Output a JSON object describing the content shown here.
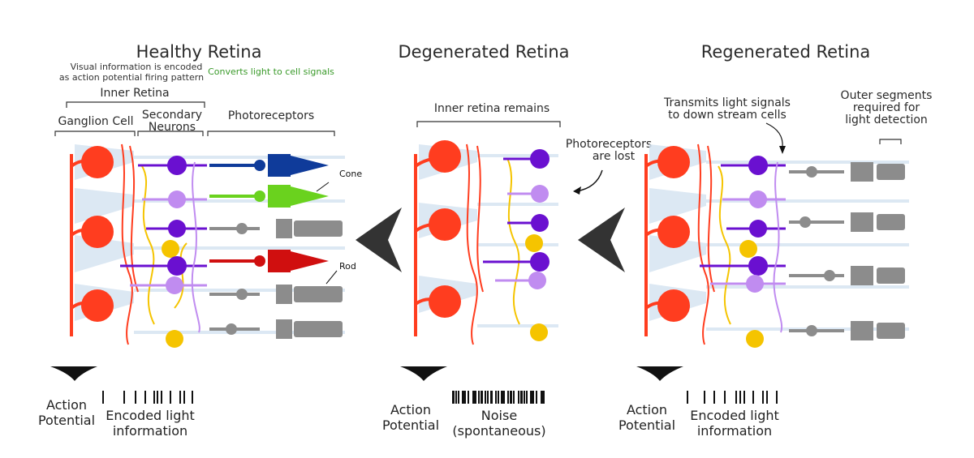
{
  "panels": {
    "healthy": {
      "title": "Healthy Retina",
      "note_encoded": [
        "Visual information is encoded",
        "as action potential firing pattern"
      ],
      "note_converts": "Converts  light to cell signals",
      "inner_retina": "Inner Retina",
      "ganglion_cell": "Ganglion Cell",
      "secondary_neurons": [
        "Secondary",
        "Neurons"
      ],
      "photoreceptors": "Photoreceptors",
      "cone_tag": "Cone",
      "rod_tag": "Rod",
      "action_potential": [
        "Action",
        "Potential"
      ],
      "encoded": [
        "Encoded light",
        "information"
      ]
    },
    "degenerated": {
      "title": "Degenerated Retina",
      "inner_remains": "Inner retina remains",
      "photoreceptors_lost": [
        "Photoreceptors",
        "are lost"
      ],
      "action_potential": [
        "Action",
        "Potential"
      ],
      "noise": [
        "Noise",
        "(spontaneous)"
      ]
    },
    "regenerated": {
      "title": "Regenerated Retina",
      "transmits": [
        "Transmits light signals",
        "to down stream cells"
      ],
      "outer_segments": [
        "Outer segments",
        "required for",
        "light detection"
      ],
      "action_potential": [
        "Action",
        "Potential"
      ],
      "encoded": [
        "Encoded light",
        "information"
      ]
    }
  },
  "colors": {
    "ganglion": "#ff3d1f",
    "bipolar_dark": "#6a10d0",
    "bipolar_light": "#c08cf0",
    "amacrine": "#f5c400",
    "cone_blue": "#0f3b9a",
    "cone_green": "#6ad21e",
    "cone_red": "#d00f0f",
    "rod_gray": "#8c8c8c",
    "support_blue": "#d6e4f2",
    "arrow_dark": "#333333"
  },
  "icons": [
    "chevron-right-arrow-icon",
    "down-arrow-icon"
  ]
}
